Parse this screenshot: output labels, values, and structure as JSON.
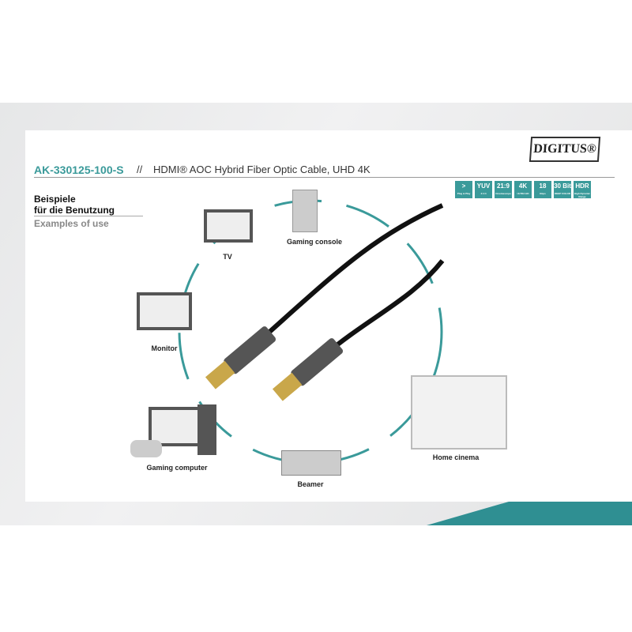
{
  "header": {
    "sku": "AK-330125-100-S",
    "separator": "//",
    "title": "HDMI® AOC Hybrid Fiber Optic Cable, UHD 4K",
    "logo": "DIGITUS®"
  },
  "badges": [
    {
      "main": ">",
      "sub": "Plug & Play"
    },
    {
      "main": "YUV",
      "sub": "4:4:4"
    },
    {
      "main": "21:9",
      "sub": "Cinemascope"
    },
    {
      "main": "4K",
      "sub": "ULTRA HD"
    },
    {
      "main": "18",
      "sub": "Gbps"
    },
    {
      "main": "30 Bit",
      "sub": "DEEP COLOR"
    },
    {
      "main": "HDR",
      "sub": "High Dynamic Range"
    }
  ],
  "section": {
    "title_de_1": "Beispiele",
    "title_de_2": "für die Benutzung",
    "title_en": "Examples of use"
  },
  "devices": {
    "tv": "TV",
    "console": "Gaming console",
    "monitor": "Monitor",
    "computer": "Gaming computer",
    "beamer": "Beamer",
    "cinema": "Home cinema"
  },
  "colors": {
    "accent": "#3a9a9a"
  }
}
